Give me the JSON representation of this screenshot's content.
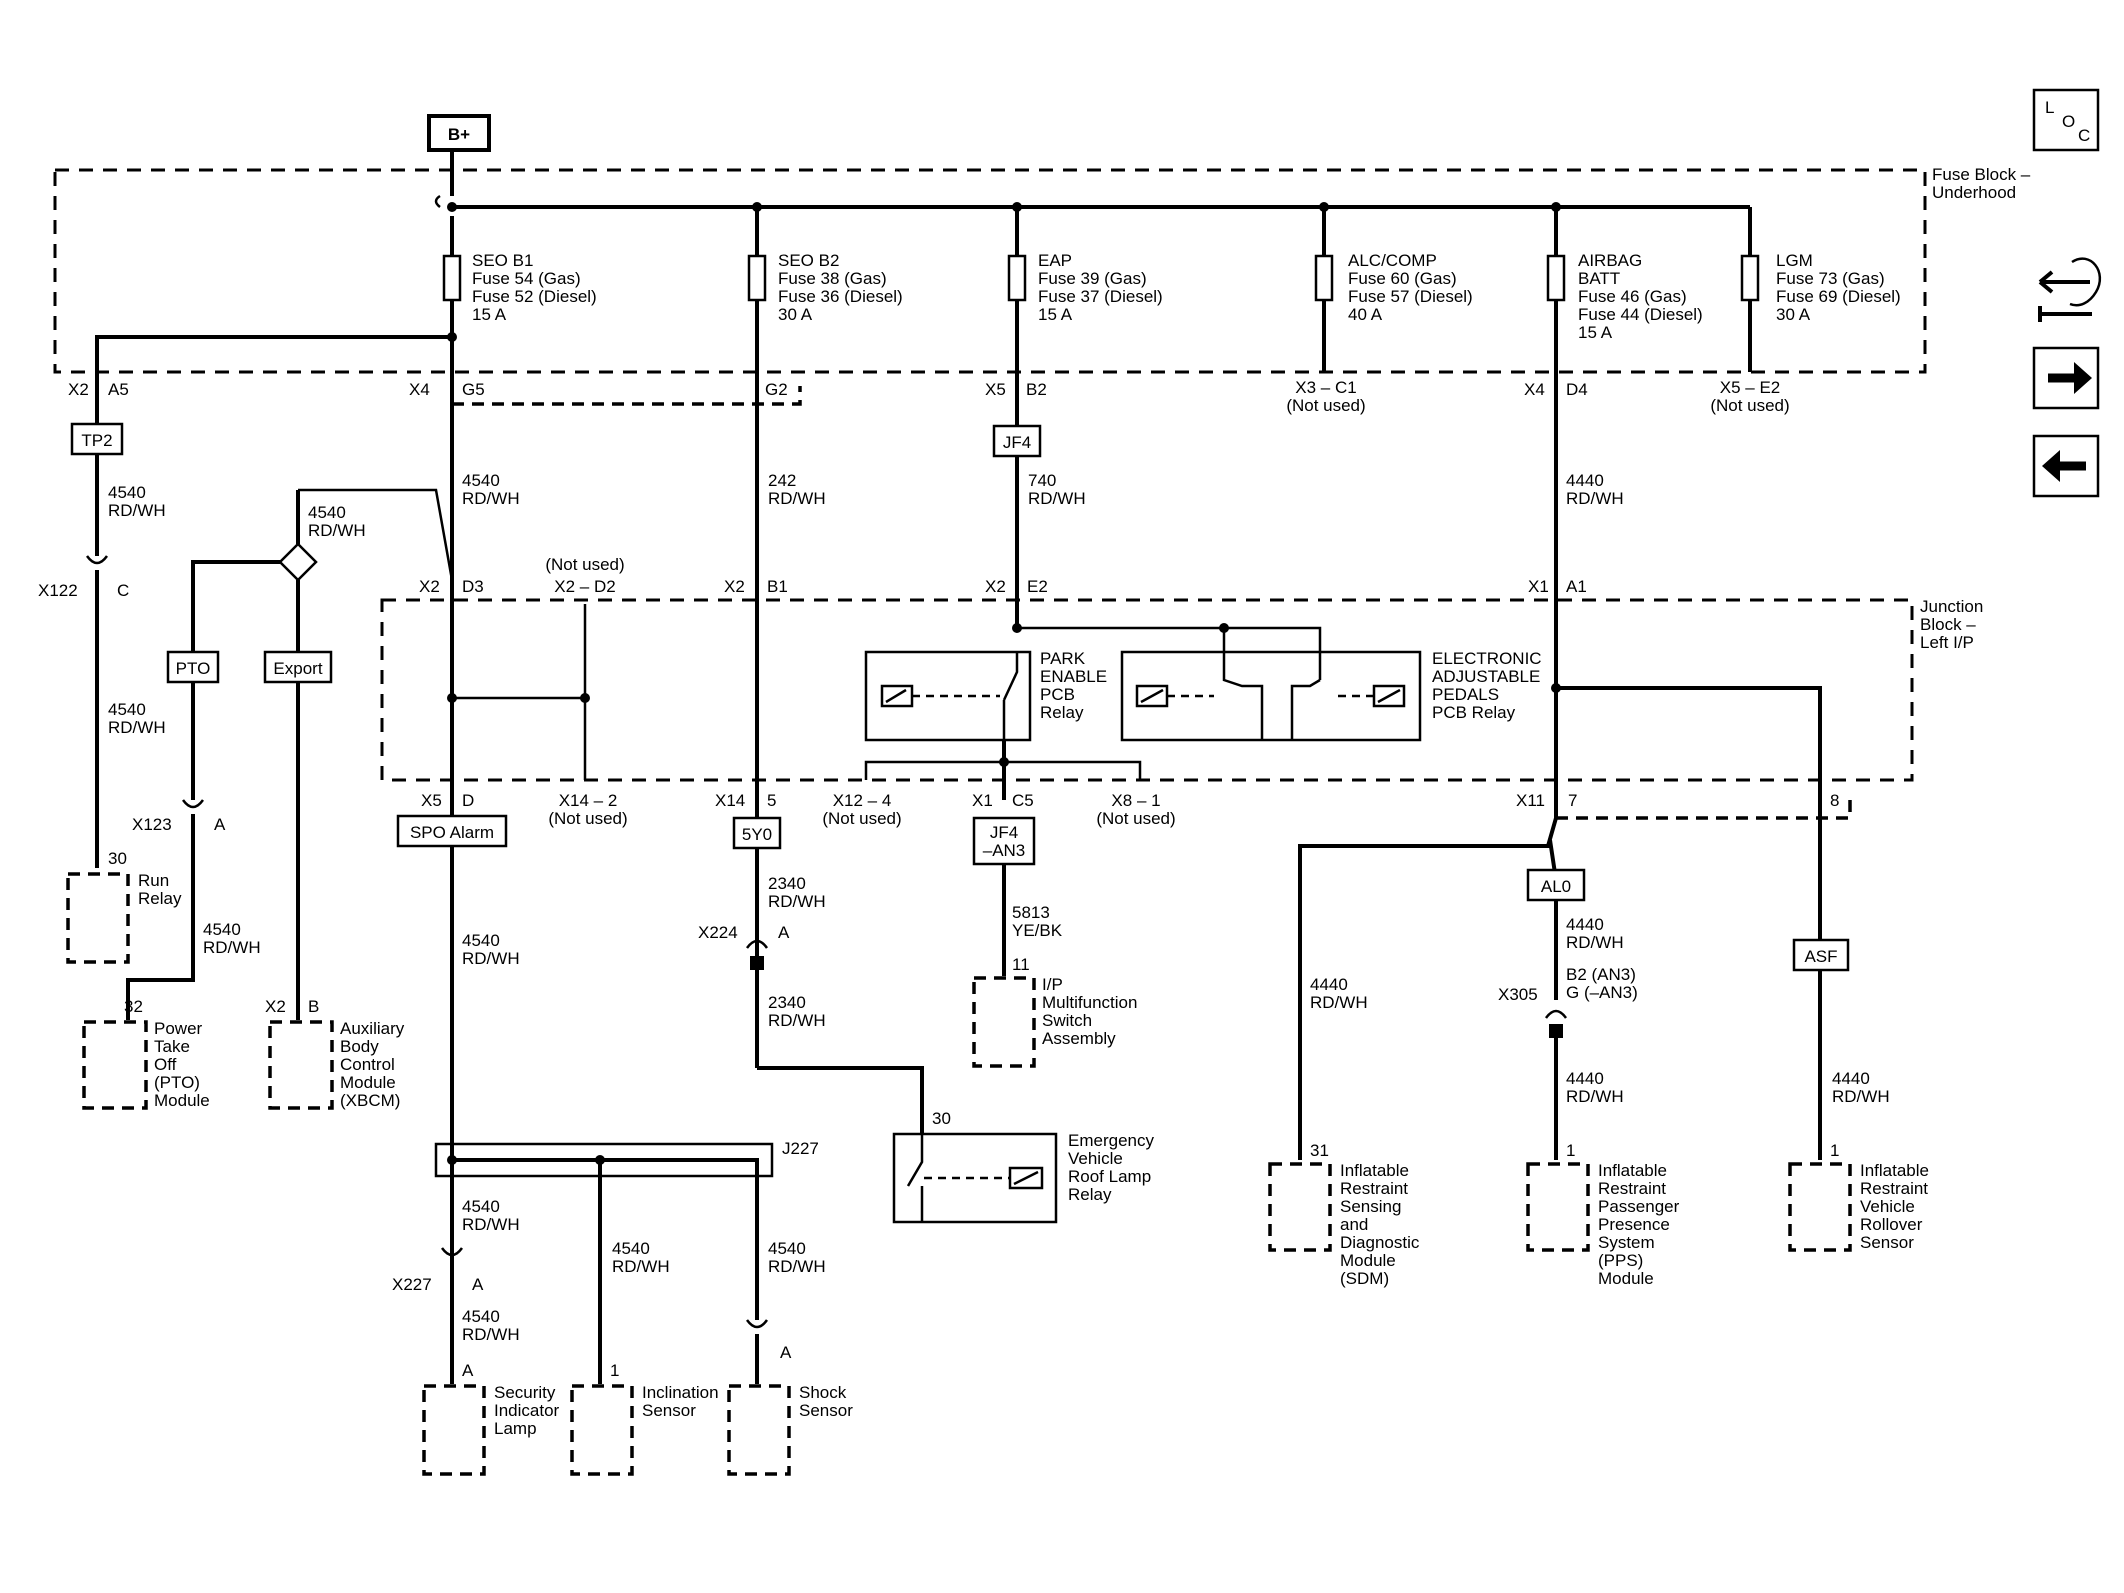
{
  "power": {
    "label": "B+"
  },
  "nav_icons": [
    "loc-icon",
    "harness-icon",
    "next-page-icon",
    "prev-page-icon"
  ],
  "loc_letters": {
    "l": "L",
    "o": "O",
    "c": "C"
  },
  "fuse_block": {
    "title_1": "Fuse Block –",
    "title_2": "Underhood"
  },
  "junction_block": {
    "title_1": "Junction",
    "title_2": "Block –",
    "title_3": "Left I/P"
  },
  "fuses": [
    {
      "name": "SEO B1",
      "l1": "Fuse 54 (Gas)",
      "l2": "Fuse 52 (Diesel)",
      "rating": "15 A"
    },
    {
      "name": "SEO B2",
      "l1": "Fuse 38 (Gas)",
      "l2": "Fuse 36 (Diesel)",
      "rating": "30 A"
    },
    {
      "name": "EAP",
      "l1": "Fuse 39 (Gas)",
      "l2": "Fuse 37 (Diesel)",
      "rating": "15 A"
    },
    {
      "name": "ALC/COMP",
      "l1": "Fuse 60 (Gas)",
      "l2": "Fuse 57 (Diesel)",
      "rating": "40 A"
    },
    {
      "name": "AIRBAG",
      "l0": "BATT",
      "l1": "Fuse 46 (Gas)",
      "l2": "Fuse 44 (Diesel)",
      "rating": "15 A"
    },
    {
      "name": "LGM",
      "l1": "Fuse 73 (Gas)",
      "l2": "Fuse 69 (Diesel)",
      "rating": "30 A"
    }
  ],
  "pins": {
    "x2": "X2",
    "a5": "A5",
    "x4": "X4",
    "g5": "G5",
    "g2": "G2",
    "x5": "X5",
    "b2": "B2",
    "x3c1": "X3 – C1",
    "x4b": "X4",
    "d4": "D4",
    "x5e2": "X5 – E2",
    "not_used": "(Not used)",
    "x2d3_a": "X2",
    "d3": "D3",
    "x2d2": "X2 – D2",
    "x2b1_a": "X2",
    "b1": "B1",
    "x2e2_a": "X2",
    "e2": "E2",
    "x1a1_a": "X1",
    "a1": "A1",
    "x5d_a": "X5",
    "d": "D",
    "x14_2": "X14 – 2",
    "x14_a": "X14",
    "p5": "5",
    "x12_4": "X12 – 4",
    "x1c5_a": "X1",
    "c5": "C5",
    "x8_1": "X8 – 1",
    "x11": "X11",
    "p7": "7",
    "p8": "8",
    "x122": "X122",
    "c": "C",
    "x123": "X123",
    "a": "A",
    "x224": "X224",
    "x305": "X305",
    "x305_l1": "B2 (AN3)",
    "x305_l2": "G (–AN3)",
    "x227": "X227",
    "j227": "J227",
    "p30": "30",
    "p32": "32",
    "x2b_x2": "X2",
    "x2b_b": "B",
    "p11": "11",
    "p31": "31",
    "p1": "1"
  },
  "inline_boxes": {
    "tp2": "TP2",
    "jf4": "JF4",
    "pto": "PTO",
    "export": "Export",
    "spo": "SPO Alarm",
    "5y0": "5Y0",
    "jf4an3_1": "JF4",
    "jf4an3_2": "–AN3",
    "al0": "AL0",
    "asf": "ASF"
  },
  "wires": {
    "n": "4540",
    "rdwh": "RD/WH",
    "n242": "242",
    "n740": "740",
    "n4440": "4440",
    "n2340": "2340",
    "n5813": "5813",
    "yebk": "YE/BK"
  },
  "components": {
    "park": [
      "PARK",
      "ENABLE",
      "PCB",
      "Relay"
    ],
    "eap": [
      "ELECTRONIC",
      "ADJUSTABLE",
      "PEDALS",
      "PCB Relay"
    ],
    "run": [
      "Run",
      "Relay"
    ],
    "pto_mod": [
      "Power",
      "Take",
      "Off",
      "(PTO)",
      "Module"
    ],
    "xbcm": [
      "Auxiliary",
      "Body",
      "Control",
      "Module",
      "(XBCM)"
    ],
    "ip_switch": [
      "I/P",
      "Multifunction",
      "Switch",
      "Assembly"
    ],
    "ev_relay": [
      "Emergency",
      "Vehicle",
      "Roof Lamp",
      "Relay"
    ],
    "sdm": [
      "Inflatable",
      "Restraint",
      "Sensing",
      "and",
      "Diagnostic",
      "Module",
      "(SDM)"
    ],
    "pps": [
      "Inflatable",
      "Restraint",
      "Passenger",
      "Presence",
      "System",
      "(PPS)",
      "Module"
    ],
    "rollover": [
      "Inflatable",
      "Restraint",
      "Vehicle",
      "Rollover",
      "Sensor"
    ],
    "security": [
      "Security",
      "Indicator",
      "Lamp"
    ],
    "inclination": [
      "Inclination",
      "Sensor"
    ],
    "shock": [
      "Shock",
      "Sensor"
    ]
  }
}
